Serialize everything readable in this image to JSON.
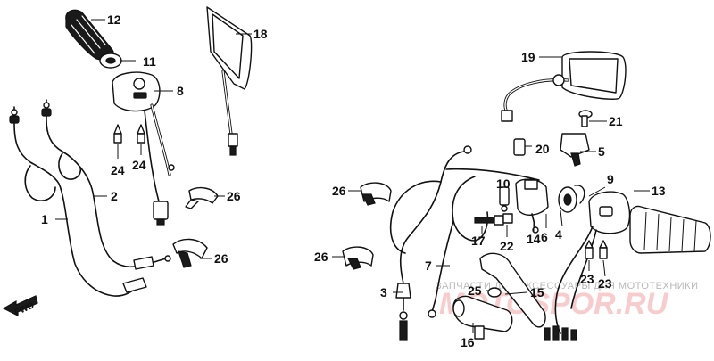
{
  "labels": {
    "p1": "1",
    "p2": "2",
    "p3": "3",
    "p4": "4",
    "p5": "5",
    "p6": "6",
    "p7": "7",
    "p8": "8",
    "p9": "9",
    "p10": "10",
    "p11": "11",
    "p12": "12",
    "p13": "13",
    "p14": "14",
    "p15": "15",
    "p16": "16",
    "p17": "17",
    "p18": "18",
    "p19": "19",
    "p20": "20",
    "p21": "21",
    "p22": "22",
    "p23a": "23",
    "p23b": "23",
    "p24a": "24",
    "p24b": "24",
    "p25": "25",
    "p26a": "26",
    "p26b": "26",
    "p26c": "26",
    "p26d": "26"
  },
  "fwd": "FWD",
  "watermark": {
    "line1": "ЗАПЧАСТИ ДЛЯ АКСЕССУАРЫ ДЛЯ МОТОТЕХНИКИ",
    "line2": "MOTOSPOR.RU"
  },
  "colors": {
    "ink": "#111111",
    "watermark_text": "#b9b9b9",
    "watermark_logo": "#ef8f8f"
  }
}
